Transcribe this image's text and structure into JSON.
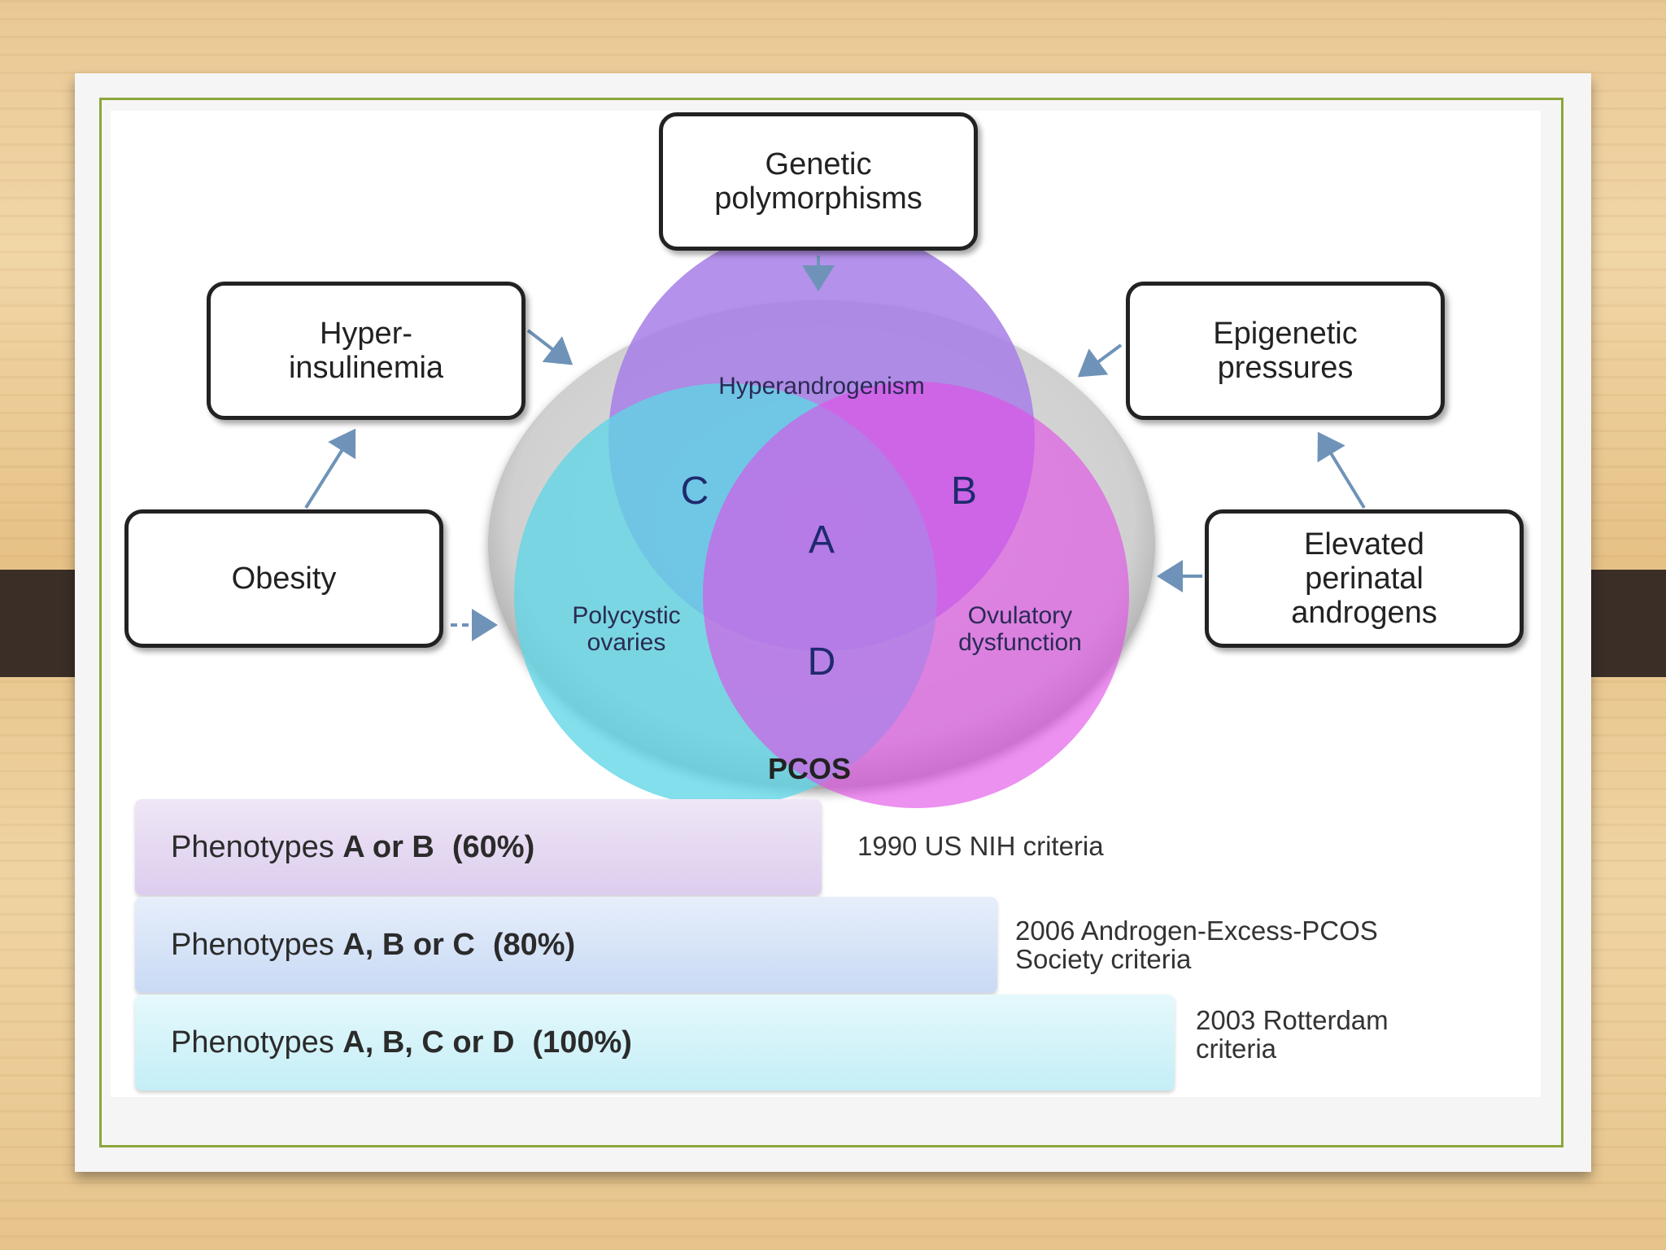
{
  "boxes": {
    "genetic": "Genetic\npolymorphisms",
    "hyperinsulinemia": "Hyper-\ninsulinemia",
    "epigenetic": "Epigenetic\npressures",
    "obesity": "Obesity",
    "perinatal": "Elevated\nperinatal\nandrogens"
  },
  "venn": {
    "hyperandrogenism": "Hyperandrogenism",
    "polycystic": "Polycystic\novaries",
    "ovulatory": "Ovulatory\ndysfunction",
    "letter_a": "A",
    "letter_b": "B",
    "letter_c": "C",
    "letter_d": "D",
    "pcos": "PCOS"
  },
  "phenotypes": [
    {
      "prefix": "Phenotypes",
      "letters": "A or B",
      "percent": "(60%)",
      "criteria": "1990 US NIH criteria"
    },
    {
      "prefix": "Phenotypes",
      "letters": "A, B or C",
      "percent": "(80%)",
      "criteria": "2006 Androgen-Excess-PCOS\nSociety criteria"
    },
    {
      "prefix": "Phenotypes",
      "letters": "A, B, C or D",
      "percent": "(100%)",
      "criteria": "2003 Rotterdam\ncriteria"
    }
  ],
  "colors": {
    "hyperandrogenism": "#a77ee6",
    "polycystic": "#5fd6e6",
    "ovulatory": "#e04de6",
    "frame": "#8aa63a",
    "arrow": "#6f93b8"
  }
}
